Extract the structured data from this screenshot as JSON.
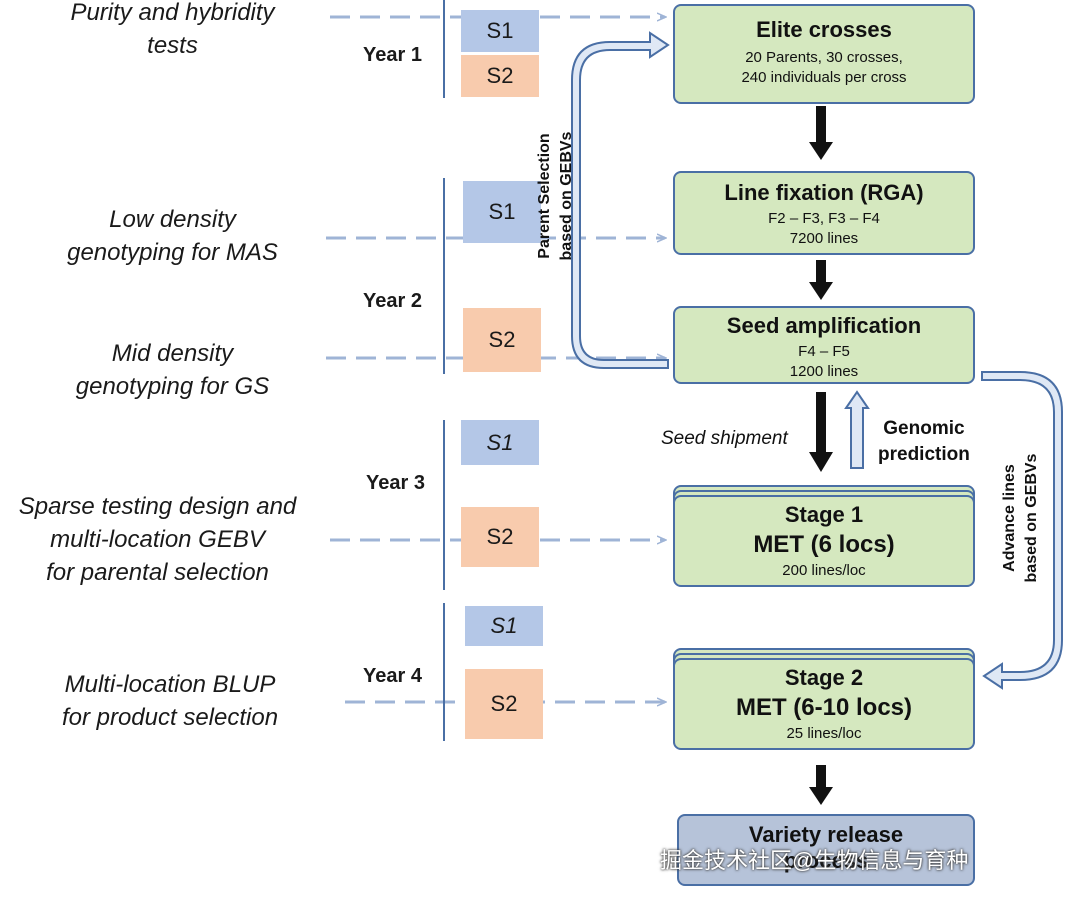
{
  "left_labels": [
    {
      "id": "purity",
      "lines": [
        "Purity and hybridity",
        "tests"
      ]
    },
    {
      "id": "low-density",
      "lines": [
        "Low density",
        "genotyping for MAS"
      ]
    },
    {
      "id": "mid-density",
      "lines": [
        "Mid density",
        "genotyping  for GS"
      ]
    },
    {
      "id": "sparse",
      "lines": [
        "Sparse testing design and",
        "multi-location GEBV",
        "for parental selection"
      ]
    },
    {
      "id": "blup",
      "lines": [
        "Multi-location BLUP",
        "for product selection"
      ]
    }
  ],
  "years": [
    "Year 1",
    "Year 2",
    "Year 3",
    "Year 4"
  ],
  "seasons": {
    "s1": "S1",
    "s2": "S2"
  },
  "boxes": {
    "elite": {
      "title": "Elite crosses",
      "sub1": "20 Parents, 30 crosses,",
      "sub2": "240 individuals per cross"
    },
    "line_fixation": {
      "title": "Line fixation (RGA)",
      "sub1": "F2 – F3, F3 – F4",
      "sub2": "7200 lines"
    },
    "seed_amp": {
      "title": "Seed amplification",
      "sub1": "F4 – F5",
      "sub2": "1200 lines"
    },
    "stage1": {
      "title": "Stage 1",
      "big": "MET (6 locs)",
      "sub": "200 lines/loc"
    },
    "stage2": {
      "title": "Stage 2",
      "big": "MET (6-10 locs)",
      "sub": "25 lines/loc"
    },
    "variety": {
      "line1": "Variety  release",
      "line2": "process"
    }
  },
  "side_labels": {
    "parent_selection": [
      "Parent Selection",
      "based on GEBVs"
    ],
    "advance_lines": [
      "Advance lines",
      "based on GEBVs"
    ],
    "genomic_prediction": [
      "Genomic",
      "prediction"
    ],
    "seed_shipment": "Seed shipment"
  },
  "watermark": "掘金技术社区@生物信息与育种",
  "colors": {
    "blue_season": "#b4c7e7",
    "orange_season": "#f8cbad",
    "box_green": "#d5e8bf",
    "box_border": "#4a6fa5",
    "final_box": "#b6c3d9",
    "dash": "#9fb4d6"
  }
}
